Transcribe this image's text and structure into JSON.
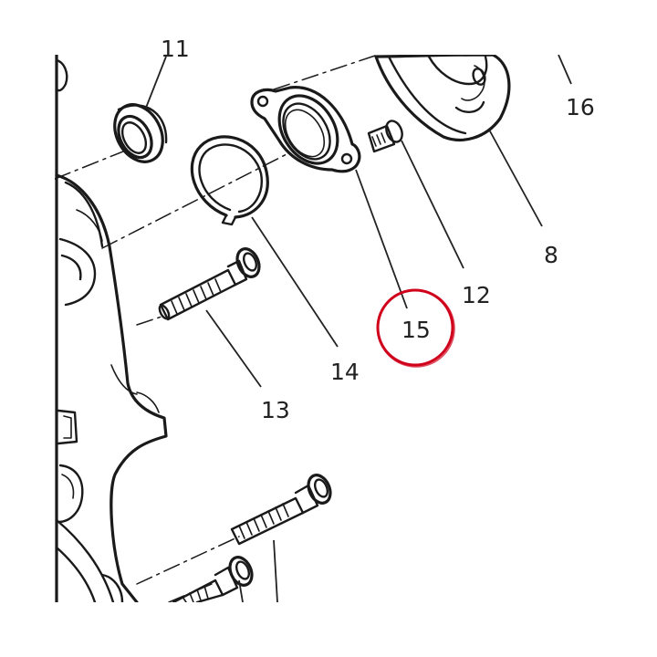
{
  "callouts": {
    "c11": "11",
    "c16": "16",
    "c8": "8",
    "c12": "12",
    "c15": "15",
    "c14": "14",
    "c13": "13"
  },
  "highlight": {
    "label": "15",
    "color": "#d0021b"
  }
}
